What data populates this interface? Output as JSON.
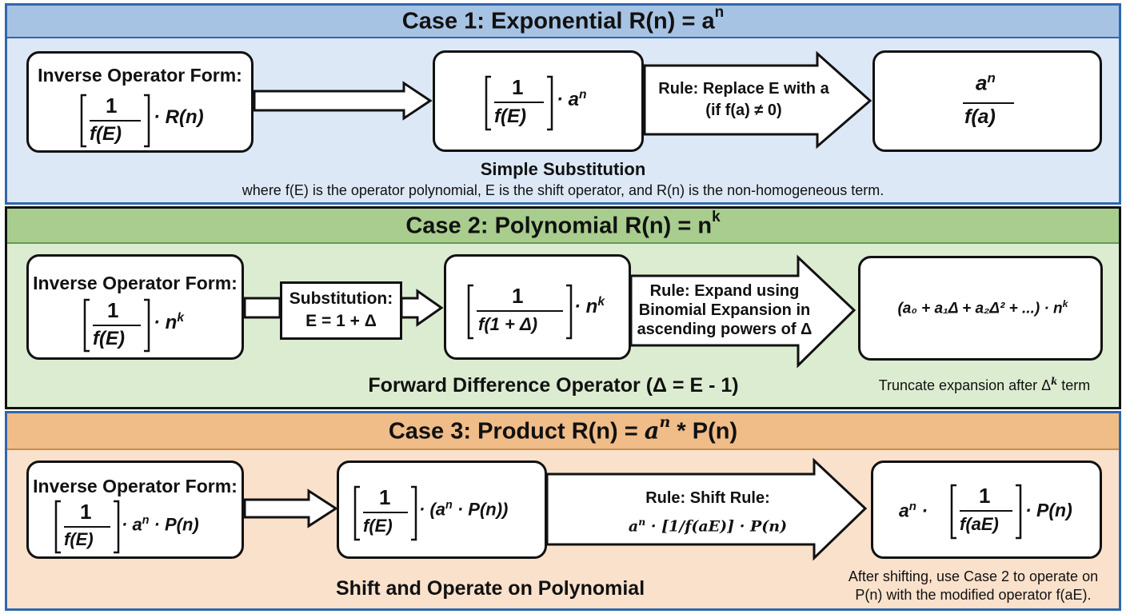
{
  "case1": {
    "title": "Case 1: Exponential R(n) = a",
    "title_sup": "n",
    "box1_label": "Inverse Operator Form:",
    "box1_expr": "· R(n)",
    "box2_expr": "· a",
    "box2_sup": "n",
    "rule_line1": "Rule: Replace E with a",
    "rule_line2": "(if f(a) ≠ 0)",
    "result_num": "a",
    "result_num_sup": "n",
    "result_den": "f(a)",
    "caption": "Simple Substitution",
    "note": "where f(E) is the operator polynomial, E is the shift operator, and R(n) is the non-homogeneous term."
  },
  "case2": {
    "title": "Case 2: Polynomial R(n) = n",
    "title_sup": "k",
    "box1_label": "Inverse Operator Form:",
    "box1_expr": "· n",
    "box1_sup": "k",
    "subst_line1": "Substitution:",
    "subst_line2": "E = 1 + Δ",
    "box2_den": "f(1 + Δ)",
    "box2_expr": "· n",
    "box2_sup": "k",
    "rule_line1": "Rule: Expand using",
    "rule_line2": "Binomial Expansion in",
    "rule_line3": "ascending powers of Δ",
    "result_expr": "(a₀ + a₁Δ + a₂Δ² + ...) · n",
    "result_sup": "k",
    "caption": "Forward Difference Operator (Δ = E - 1)",
    "note_pre": "Truncate expansion after Δ",
    "note_sup": "k",
    "note_post": " term"
  },
  "case3": {
    "title_pre": "Case 3: Product R(n) = ",
    "title_a": "a",
    "title_sup": "n",
    "title_post": " * P(n)",
    "box1_label": "Inverse Operator Form:",
    "box1_expr_a": "· a",
    "box1_sup": "n",
    "box1_expr_b": " · P(n)",
    "box2_expr_a": "· (a",
    "box2_sup": "n",
    "box2_expr_b": " · P(n))",
    "rule_line1": "Rule: Shift Rule:",
    "rule_a": "a",
    "rule_sup": "n",
    "rule_rest": " · [1/f(aE)] · P(n)",
    "result_a": "a",
    "result_sup": "n",
    "result_den": "f(aE)",
    "result_post": "· P(n)",
    "caption": "Shift and Operate on Polynomial",
    "note_line1": "After shifting, use Case 2 to operate on",
    "note_line2": "P(n) with the modified operator f(aE)."
  },
  "common": {
    "one": "1",
    "f_of_E": "f(E)",
    "dot": "·"
  },
  "colors": {
    "case1_header": "#a7c3e4",
    "case1_body": "#dce8f5",
    "case2_header": "#a8cd8e",
    "case2_body": "#dcecd1",
    "case3_header": "#f0bc88",
    "case3_body": "#fae1cb",
    "frame": "#2f67ad"
  }
}
